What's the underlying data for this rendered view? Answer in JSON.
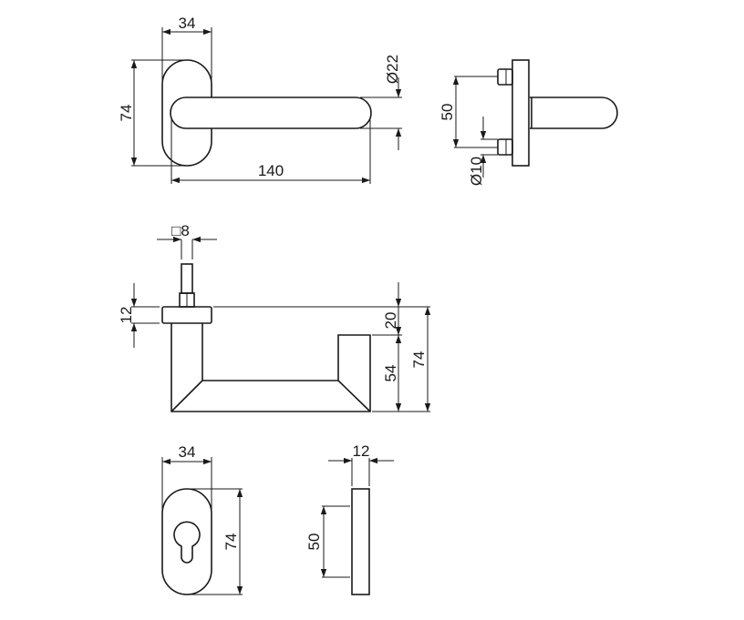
{
  "views": {
    "front_view": {
      "width": "34",
      "height": "74",
      "length": "140",
      "lever_diameter": "Ø22"
    },
    "side_view": {
      "pin_spacing": "50",
      "pin_diameter": "Ø10"
    },
    "top_view": {
      "spindle": "□8",
      "rose_thickness": "12",
      "offset": "20",
      "lever_depth": "54",
      "total_depth": "74"
    },
    "escutcheon_front": {
      "width": "34",
      "height": "74"
    },
    "escutcheon_side": {
      "thickness": "12",
      "screw_spacing": "50"
    }
  },
  "colors": {
    "line": "#1a1a1a",
    "background": "#ffffff"
  }
}
